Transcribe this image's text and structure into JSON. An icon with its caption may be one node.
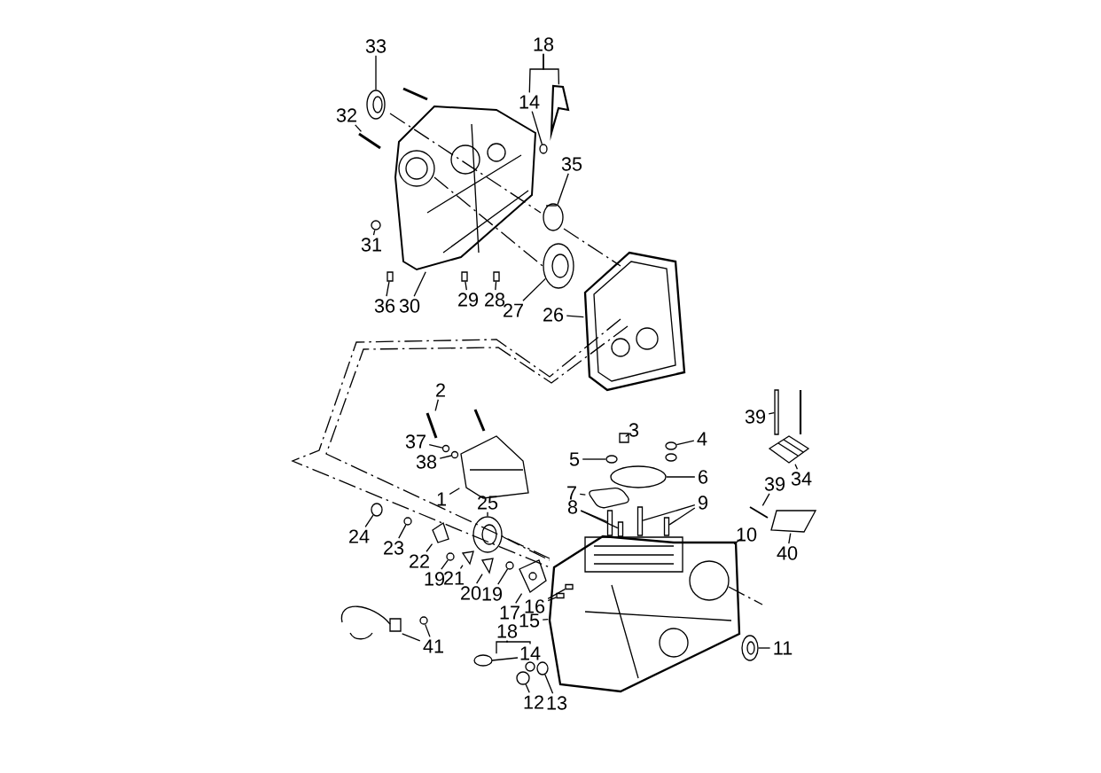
{
  "diagram": {
    "nodes": [
      {
        "text": [
          "33"
        ]
      },
      {
        "text": [
          "18"
        ]
      },
      {
        "text": [
          "14"
        ]
      },
      {
        "text": [
          "32"
        ]
      },
      {
        "text": [
          "35"
        ]
      },
      {
        "text": [
          "31"
        ]
      },
      {
        "text": [
          "36"
        ]
      },
      {
        "text": [
          "30"
        ]
      },
      {
        "text": [
          "29"
        ]
      },
      {
        "text": [
          "28"
        ]
      },
      {
        "text": [
          "27"
        ]
      },
      {
        "text": [
          "26"
        ]
      },
      {
        "text": [
          "2"
        ]
      },
      {
        "text": [
          "37"
        ]
      },
      {
        "text": [
          "38"
        ]
      },
      {
        "text": [
          "3"
        ]
      },
      {
        "text": [
          "4"
        ]
      },
      {
        "text": [
          "5"
        ]
      },
      {
        "text": [
          "6"
        ]
      },
      {
        "text": [
          "7"
        ]
      },
      {
        "text": [
          "8"
        ]
      },
      {
        "text": [
          "9"
        ]
      },
      {
        "text": [
          "39"
        ]
      },
      {
        "text": [
          "34"
        ]
      },
      {
        "text": [
          "39"
        ]
      },
      {
        "text": [
          "1"
        ]
      },
      {
        "text": [
          "25"
        ]
      },
      {
        "text": [
          "10"
        ]
      },
      {
        "text": [
          "40"
        ]
      },
      {
        "text": [
          "24"
        ]
      },
      {
        "text": [
          "23"
        ]
      },
      {
        "text": [
          "22"
        ]
      },
      {
        "text": [
          "19"
        ]
      },
      {
        "text": [
          "21"
        ]
      },
      {
        "text": [
          "20"
        ]
      },
      {
        "text": [
          "19"
        ]
      },
      {
        "text": [
          "17"
        ]
      },
      {
        "text": [
          "16"
        ]
      },
      {
        "text": [
          "15"
        ]
      },
      {
        "text": [
          "41"
        ]
      },
      {
        "text": [
          "18"
        ]
      },
      {
        "text": [
          "11"
        ]
      },
      {
        "text": [
          "13"
        ]
      },
      {
        "text": [
          "12"
        ]
      },
      {
        "text": [
          "14"
        ]
      },
      {
        "text": [],
        "shape": "circle"
      },
      {
        "text": [],
        "shape": "picture"
      },
      {
        "text": [],
        "shape": "circle"
      },
      {
        "text": [],
        "shape": "picture"
      },
      {
        "text": [],
        "shape": "circle"
      },
      {
        "text": [],
        "shape": "circle"
      },
      {
        "text": [],
        "shape": "box"
      },
      {
        "text": [],
        "shape": "picture"
      },
      {
        "text": [],
        "shape": "box"
      },
      {
        "text": [],
        "shape": "box"
      },
      {
        "text": [],
        "shape": "circle"
      },
      {
        "text": [],
        "shape": "picture"
      },
      {
        "text": [],
        "shape": "picture"
      },
      {
        "text": [],
        "shape": "circle"
      },
      {
        "text": [],
        "shape": "circle"
      },
      {
        "text": [],
        "shape": "box"
      },
      {
        "text": [],
        "shape": "circle"
      },
      {
        "text": [],
        "shape": "circle"
      },
      {
        "text": [],
        "shape": "circle"
      },
      {
        "text": [],
        "shape": "picture"
      },
      {
        "text": [],
        "shape": "box"
      },
      {
        "text": [],
        "shape": "box"
      },
      {
        "text": [],
        "shape": "box"
      },
      {
        "text": [],
        "shape": "box"
      },
      {
        "text": [],
        "shape": "picture"
      },
      {
        "text": [],
        "shape": "picture"
      },
      {
        "text": [],
        "shape": "picture"
      },
      {
        "text": [],
        "shape": "circle"
      },
      {
        "text": [],
        "shape": "picture"
      },
      {
        "text": [],
        "shape": "picture"
      },
      {
        "text": [],
        "shape": "circle"
      },
      {
        "text": [],
        "shape": "circle"
      },
      {
        "text": [],
        "shape": "picture"
      },
      {
        "text": [],
        "shape": "circle"
      },
      {
        "text": [],
        "shape": "picture"
      },
      {
        "text": [],
        "shape": "picture"
      },
      {
        "text": [],
        "shape": "circle"
      },
      {
        "text": [],
        "shape": "picture"
      },
      {
        "text": [],
        "shape": "box",
        "in": 73
      },
      {
        "text": [],
        "shape": "box",
        "in": 73
      },
      {
        "text": [],
        "shape": "picture"
      },
      {
        "text": [],
        "shape": "circle"
      },
      {
        "text": [],
        "shape": "picture"
      },
      {
        "text": [],
        "shape": "circle"
      },
      {
        "text": [],
        "shape": "circle"
      },
      {
        "text": [],
        "shape": "circle"
      },
      {
        "text": [],
        "shape": "box"
      }
    ],
    "edges": [
      {
        "from": 0,
        "to": 45,
        "arrow": "none"
      },
      {
        "from": 1,
        "to": 2,
        "arrow": "none"
      },
      {
        "from": 1,
        "to": 46,
        "arrow": "none"
      },
      {
        "from": 2,
        "to": 47,
        "arrow": "none"
      },
      {
        "from": 3,
        "to": 48,
        "arrow": "none"
      },
      {
        "from": 4,
        "to": 49,
        "arrow": "none"
      },
      {
        "from": 5,
        "to": 50,
        "arrow": "none"
      },
      {
        "from": 6,
        "to": 51,
        "arrow": "none"
      },
      {
        "from": 7,
        "to": 52,
        "arrow": "none"
      },
      {
        "from": 8,
        "to": 53,
        "arrow": "none"
      },
      {
        "from": 9,
        "to": 54,
        "arrow": "none"
      },
      {
        "from": 10,
        "to": 55,
        "arrow": "none"
      },
      {
        "from": 11,
        "to": 56,
        "arrow": "none"
      },
      {
        "from": 12,
        "to": 57,
        "arrow": "none"
      },
      {
        "from": 13,
        "to": 58,
        "arrow": "none"
      },
      {
        "from": 14,
        "to": 59,
        "arrow": "none"
      },
      {
        "from": 15,
        "to": 60,
        "arrow": "none"
      },
      {
        "from": 16,
        "to": 61,
        "arrow": "none"
      },
      {
        "from": 17,
        "to": 62,
        "arrow": "none"
      },
      {
        "from": 18,
        "to": 63,
        "arrow": "none"
      },
      {
        "from": 19,
        "to": 64,
        "arrow": "none"
      },
      {
        "from": 20,
        "to": 65,
        "arrow": "none"
      },
      {
        "from": 20,
        "to": 91,
        "arrow": "none"
      },
      {
        "from": 21,
        "to": 66,
        "arrow": "none"
      },
      {
        "from": 21,
        "to": 67,
        "arrow": "none"
      },
      {
        "from": 22,
        "to": 68,
        "arrow": "none"
      },
      {
        "from": 23,
        "to": 69,
        "arrow": "none"
      },
      {
        "from": 24,
        "to": 70,
        "arrow": "none"
      },
      {
        "from": 25,
        "to": 71,
        "arrow": "none"
      },
      {
        "from": 26,
        "to": 72,
        "arrow": "none"
      },
      {
        "from": 27,
        "to": 73,
        "arrow": "none"
      },
      {
        "from": 28,
        "to": 74,
        "arrow": "none"
      },
      {
        "from": 29,
        "to": 75,
        "arrow": "none"
      },
      {
        "from": 30,
        "to": 76,
        "arrow": "none"
      },
      {
        "from": 31,
        "to": 77,
        "arrow": "none"
      },
      {
        "from": 32,
        "to": 78,
        "arrow": "none"
      },
      {
        "from": 33,
        "to": 79,
        "arrow": "none"
      },
      {
        "from": 34,
        "to": 80,
        "arrow": "none"
      },
      {
        "from": 35,
        "to": 81,
        "arrow": "none"
      },
      {
        "from": 36,
        "to": 82,
        "arrow": "none"
      },
      {
        "from": 37,
        "to": 83,
        "arrow": "none"
      },
      {
        "from": 37,
        "to": 84,
        "arrow": "none"
      },
      {
        "from": 38,
        "to": 73,
        "arrow": "none"
      },
      {
        "from": 39,
        "to": 85,
        "arrow": "none"
      },
      {
        "from": 39,
        "to": 86,
        "arrow": "none"
      },
      {
        "from": 40,
        "to": 87,
        "arrow": "none"
      },
      {
        "from": 40,
        "to": 44,
        "arrow": "none"
      },
      {
        "from": 41,
        "to": 88,
        "arrow": "none"
      },
      {
        "from": 42,
        "to": 89,
        "arrow": "none"
      },
      {
        "from": 43,
        "to": 90,
        "arrow": "none"
      }
    ]
  }
}
